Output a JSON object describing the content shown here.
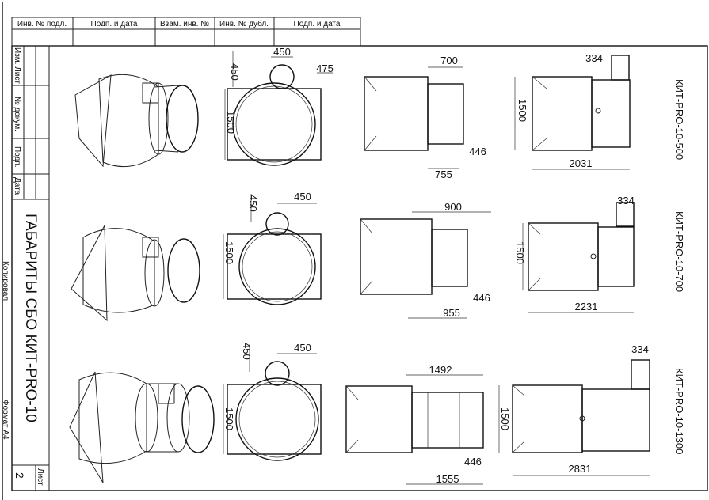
{
  "stamp_header": [
    "Инв. № подл.",
    "Подп. и дата",
    "Взам. инв. №",
    "Инв. № дубл.",
    "Подп. и дата"
  ],
  "side_strip": {
    "rev": "Изм. Лист",
    "doc": "№ докум.",
    "sign": "Подп.",
    "date": "Дата"
  },
  "title": "ГАБАРИТЫ СБО КИТ-PRO-10",
  "sheet_label": "Лист",
  "sheet_number": "2",
  "copied": "Копировал",
  "format": "Формат А4",
  "rows": [
    {
      "model": "КИТ-PRO-10-500",
      "front_w": "450",
      "front_h": "450",
      "front_offset": "475",
      "height": "1500",
      "side_len": "700",
      "side_small": "446",
      "side_total": "755",
      "top_w": "334",
      "total": "2031"
    },
    {
      "model": "КИТ-PRO-10-700",
      "front_w": "450",
      "front_h": "450",
      "height": "1500",
      "side_len": "900",
      "side_small": "446",
      "side_total": "955",
      "top_w": "334",
      "total": "2231"
    },
    {
      "model": "КИТ-PRO-10-1300",
      "front_w": "450",
      "front_h": "450",
      "height": "1500",
      "side_len": "1492",
      "side_small": "446",
      "side_total": "1555",
      "top_w": "334",
      "total": "2831"
    }
  ]
}
